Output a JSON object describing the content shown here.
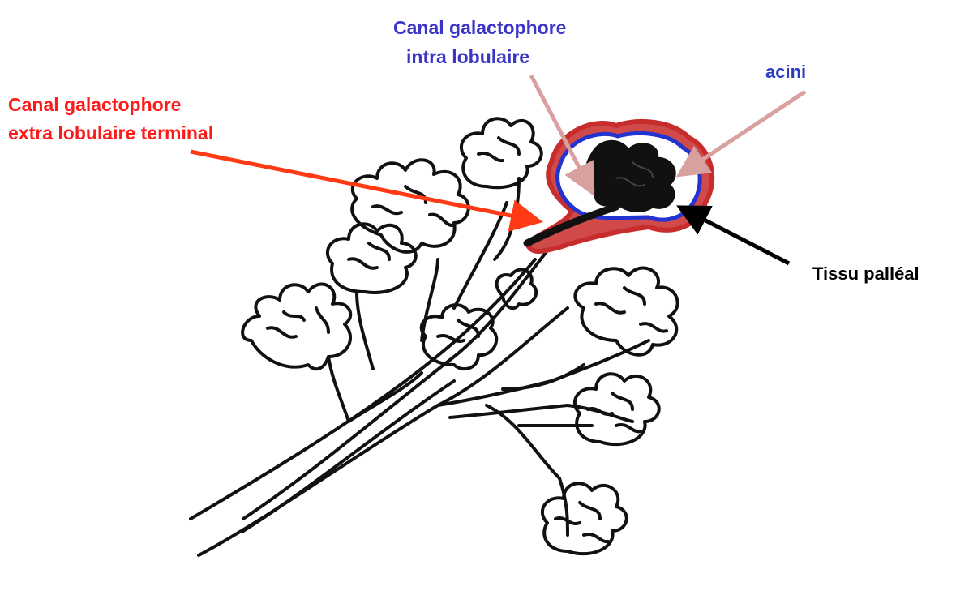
{
  "diagram": {
    "labels": {
      "extra_lobulaire": {
        "line1": "Canal galactophore",
        "line2": "extra lobulaire terminal",
        "color": "#ff1a1a"
      },
      "intra_lobulaire": {
        "line1": "Canal galactophore",
        "line2": "intra lobulaire",
        "color": "#3b35c8"
      },
      "acini": {
        "text": "acini",
        "color": "#2a3bc6"
      },
      "tissu_palleal": {
        "text": "Tissu palléal",
        "color": "#000000"
      }
    },
    "colors": {
      "ink": "#111111",
      "pink_arrow": "#d9a0a0",
      "red_arrow": "#ff3a14",
      "lobule_outer": "#c82d2d",
      "lobule_inner": "#2233d0"
    }
  }
}
